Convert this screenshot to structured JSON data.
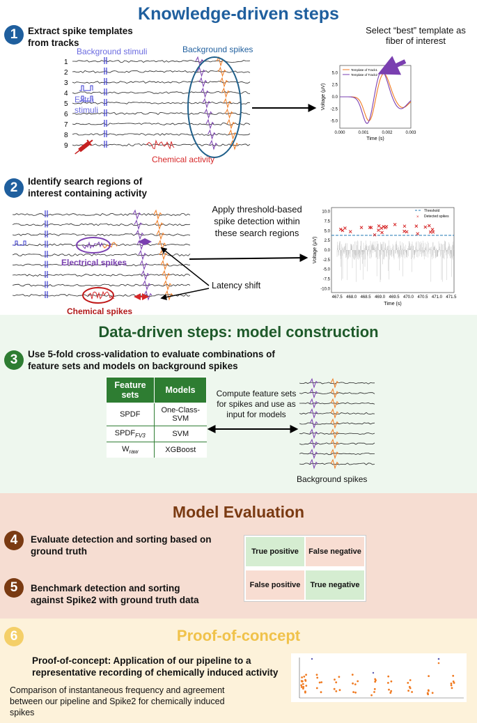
{
  "sections": {
    "knowledge": "Knowledge-driven steps",
    "data": "Data-driven steps: model construction",
    "evaluation": "Model Evaluation",
    "proof": "Proof-of-concept"
  },
  "steps": {
    "s1": {
      "num": "1",
      "text": "Extract spike templates from tracks"
    },
    "s2": {
      "num": "2",
      "text": "Identify search regions of interest containing activity"
    },
    "s3": {
      "num": "3",
      "text": "Use 5-fold cross-validation to evaluate combinations of feature sets and models on background spikes"
    },
    "s4": {
      "num": "4",
      "text": "Evaluate detection and sorting based on ground truth"
    },
    "s5": {
      "num": "5",
      "text": "Benchmark detection and sorting against Spike2 with ground truth data"
    },
    "s6": {
      "num": "6",
      "title": "Proof-of-concept: Application of our pipeline to a representative recording of chemically induced activity",
      "desc": "Comparison of instantaneous frequency and agreement between our pipeline and Spike2 for chemically induced spikes"
    }
  },
  "panel1": {
    "bg_stimuli": "Background stimuli",
    "bg_spikes": "Background spikes",
    "extra_stimuli": "Extra stimuli",
    "chem_activity": "Chemical activity",
    "select_best": "Select “best” template as fiber of interest",
    "tracks": [
      "1",
      "2",
      "3",
      "4",
      "5",
      "6",
      "7",
      "8",
      "9"
    ]
  },
  "template_plot": {
    "legend": [
      "Template of Track1",
      "Template of Track2"
    ],
    "ylabel": "Voltage (μV)",
    "xlabel": "Time (s)",
    "xticks": [
      "0.000",
      "0.001",
      "0.002",
      "0.003"
    ],
    "yticks": [
      "5.0",
      "2.5",
      "0.0",
      "-2.5",
      "-5.0"
    ]
  },
  "panel2": {
    "apply_text": "Apply threshold-based spike detection within these search regions",
    "electrical": "Electrical spikes",
    "chemical": "Chemical spikes",
    "latency": "Latency shift"
  },
  "threshold_plot": {
    "legend": [
      "Threshold",
      "Detected spikes"
    ],
    "ylabel": "Voltage (μV)",
    "xlabel": "Time (s)",
    "yticks": [
      "10.0",
      "7.5",
      "5.0",
      "2.5",
      "0.0",
      "-2.5",
      "-5.0",
      "-7.5",
      "-10.0"
    ],
    "xticks": [
      "467.5",
      "468.0",
      "468.5",
      "469.0",
      "469.5",
      "470.0",
      "470.5",
      "471.0",
      "471.5"
    ]
  },
  "panel3": {
    "table_headers": [
      "Feature sets",
      "Models"
    ],
    "table_rows": [
      [
        "SPDF",
        "One-Class-SVM"
      ],
      [
        "SPDF",
        "SVM"
      ],
      [
        "W",
        "XGBoost"
      ]
    ],
    "row_subs": [
      "",
      "FV3",
      "raw"
    ],
    "compute_text": "Compute feature sets for spikes and use as input for models",
    "bg_spikes_caption": "Background spikes"
  },
  "confusion": {
    "tp": "True positive",
    "fn": "False negative",
    "fp": "False positive",
    "tn": "True negative"
  },
  "colors": {
    "blue_title": "#1f5f9e",
    "green_title": "#1e5a2a",
    "brown_title": "#7a3a12",
    "gold_title": "#f0c24a",
    "purple": "#7a3fb0",
    "orange": "#f07a20",
    "red": "#d62728"
  }
}
